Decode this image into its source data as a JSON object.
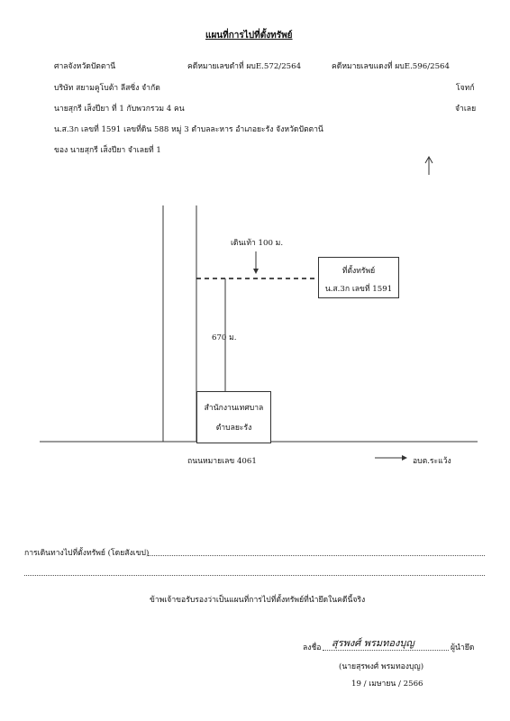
{
  "header": {
    "title": "แผนที่การไปที่ตั้งทรัพย์",
    "court": "ศาลจังหวัดปัตตานี",
    "black_case": "คดีหมายเลขดำที่ ผบE.572/2564",
    "red_case": "คดีหมายเลขแดงที่ ผบE.596/2564",
    "plaintiff": "บริษัท สยามคูโบต้า ลีสซิ่ง จำกัด",
    "plaintiff_role": "โจทก์",
    "defendant": "นายสุกรี เส็งปียา ที่ 1 กับพวกรวม 4 คน",
    "defendant_role": "จำเลย",
    "property": "น.ส.3ก เลขที่ 1591 เลขที่ดิน 588 หมู่ 3 ตำบลละหาร อำเภอยะรัง จังหวัดปัตตานี",
    "owner": "ของ นายสุกรี เส็งปียา จำเลยที่ 1"
  },
  "map": {
    "north": "N",
    "walk_label": "เดินเท้า 100 ม.",
    "target_line1": "ที่ตั้งทรัพย์",
    "target_line2": "น.ส.3ก เลขที่ 1591",
    "distance_label": "670 ม.",
    "office_line1": "สำนักงานเทศบาล",
    "office_line2": "ตำบลยะรัง",
    "road_label": "ถนนหมายเลข 4061",
    "direction_label": "อบต.ระแว้ง"
  },
  "footer": {
    "route_label": "การเดินทางไปที่ตั้งทรัพย์ (โดยสังเขป)",
    "certify": "ข้าพเจ้าขอรับรองว่าเป็นแผนที่การไปที่ตั้งทรัพย์ที่นำยึดในคดีนี้จริง",
    "sign_prefix": "ลงชื่อ",
    "signature": "สุรพงศ์ พรมทองบุญ",
    "sign_role": "ผู้นำยึด",
    "signer_name": "(นายสุรพงศ์ พรมทองบุญ)",
    "date": "19 / เมษายน / 2566"
  }
}
